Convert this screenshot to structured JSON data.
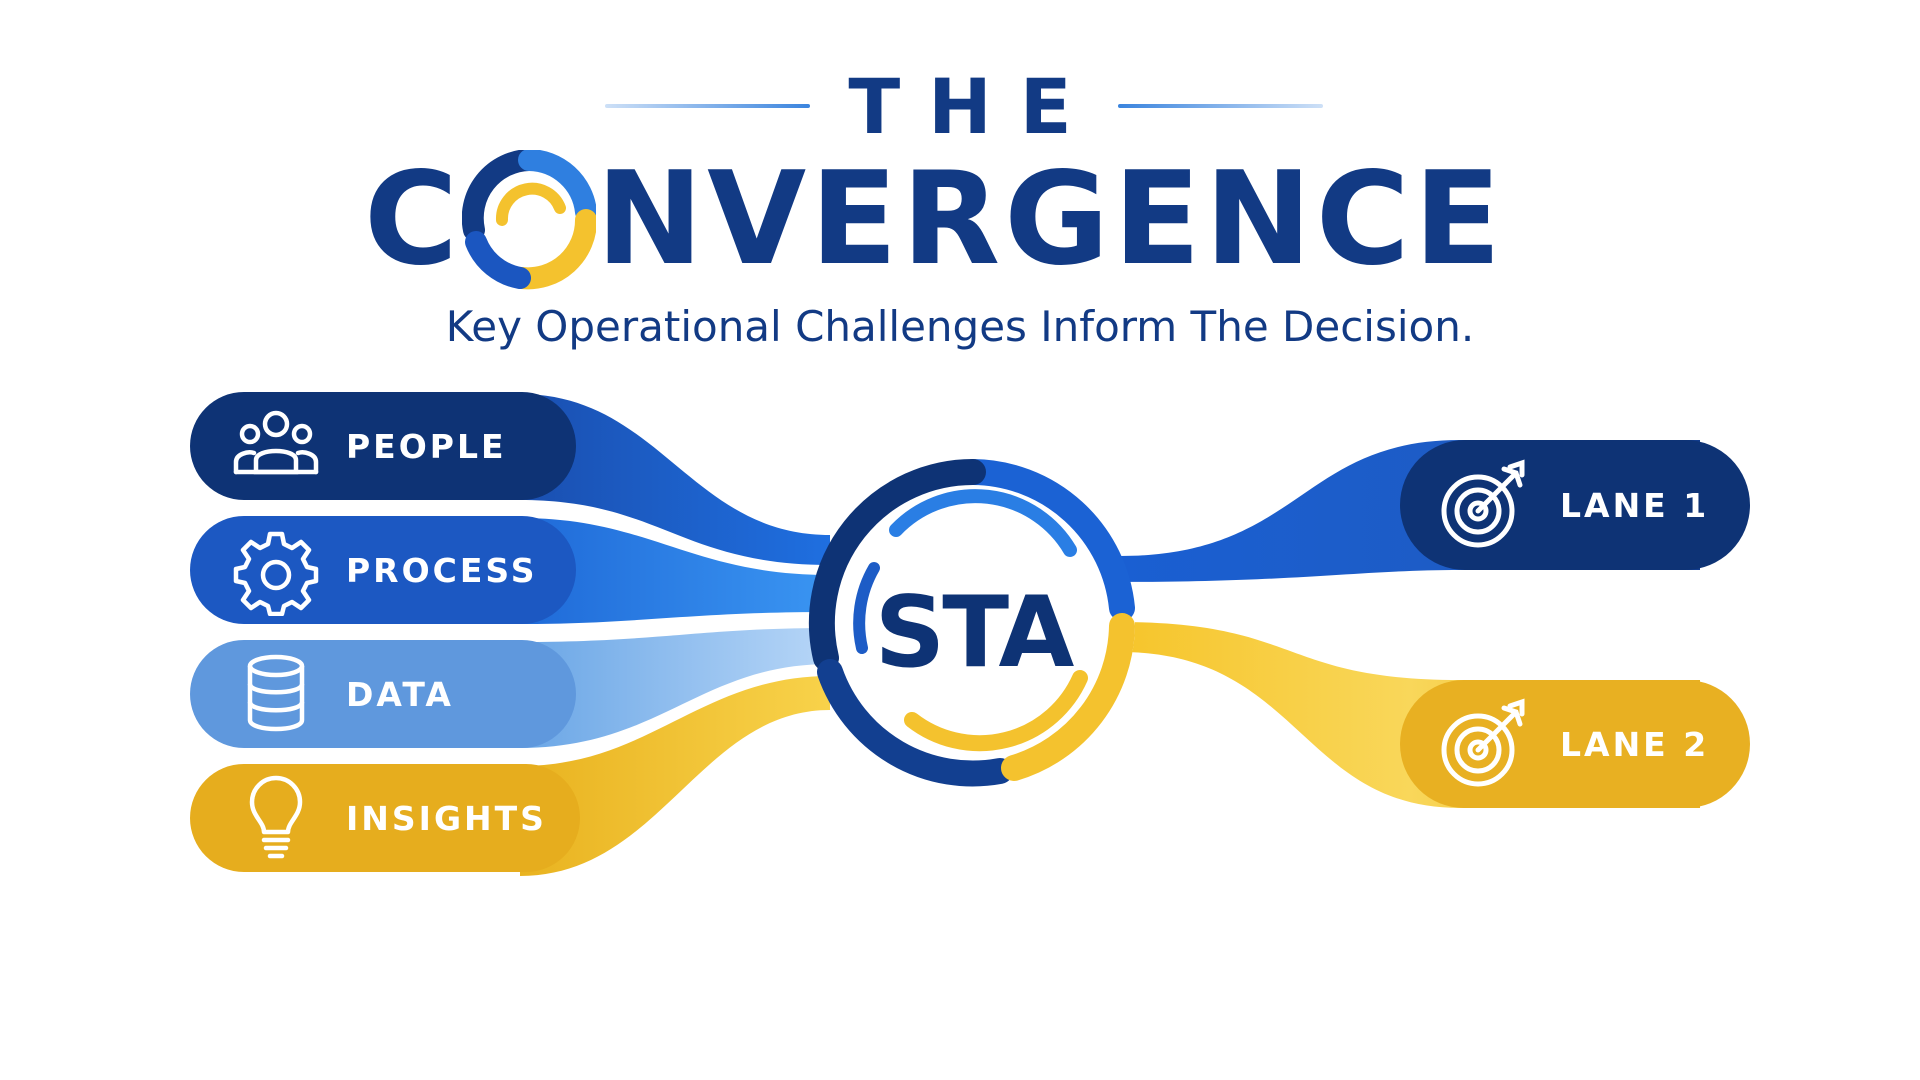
{
  "header": {
    "eyebrow": "THE",
    "title_start": "C",
    "title_end": "NVERGENCE",
    "subtitle": "Key Operational Challenges Inform The Decision."
  },
  "inputs": [
    {
      "label": "PEOPLE",
      "icon": "people-icon"
    },
    {
      "label": "PROCESS",
      "icon": "gear-icon"
    },
    {
      "label": "DATA",
      "icon": "database-icon"
    },
    {
      "label": "INSIGHTS",
      "icon": "lightbulb-icon"
    }
  ],
  "hub": {
    "label": "STA"
  },
  "outputs": [
    {
      "label": "LANE 1",
      "icon": "target-icon"
    },
    {
      "label": "LANE 2",
      "icon": "target-icon"
    }
  ],
  "colors": {
    "navy": "#0e3375",
    "blue": "#1d5fc6",
    "bright_blue": "#2f86ea",
    "light_blue": "#5f9de0",
    "yellow": "#f4c22e",
    "gold": "#e6ad1e",
    "title_blue": "#123a84"
  }
}
